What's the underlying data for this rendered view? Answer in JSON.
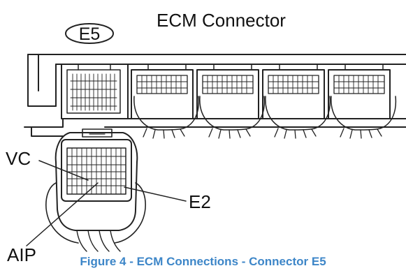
{
  "diagram": {
    "title": "ECM Connector",
    "connector_id": "E5",
    "pin_labels": {
      "vc": "VC",
      "e2": "E2",
      "aip": "AIP"
    }
  },
  "caption": "Figure 4 - ECM Connections - Connector E5",
  "colors": {
    "caption": "#3d86c8",
    "line_art": "#222222"
  }
}
